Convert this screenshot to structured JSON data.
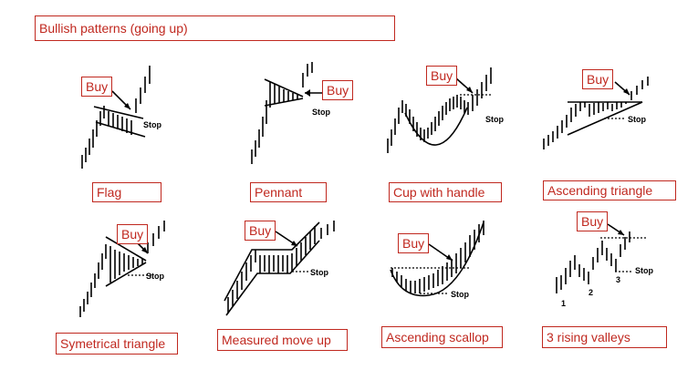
{
  "title": "Bullish patterns (going up)",
  "buy_label": "Buy",
  "stop_label": "Stop",
  "colors": {
    "label_border": "#c0281f",
    "label_text": "#c0281f",
    "drawing": "#000000"
  },
  "patterns": [
    {
      "name": "Flag"
    },
    {
      "name": "Pennant"
    },
    {
      "name": "Cup with handle"
    },
    {
      "name": "Ascending triangle"
    },
    {
      "name": "Symetrical triangle"
    },
    {
      "name": "Measured move up"
    },
    {
      "name": "Ascending scallop"
    },
    {
      "name": "3 rising valleys"
    }
  ],
  "valley_labels": [
    "1",
    "2",
    "3"
  ]
}
